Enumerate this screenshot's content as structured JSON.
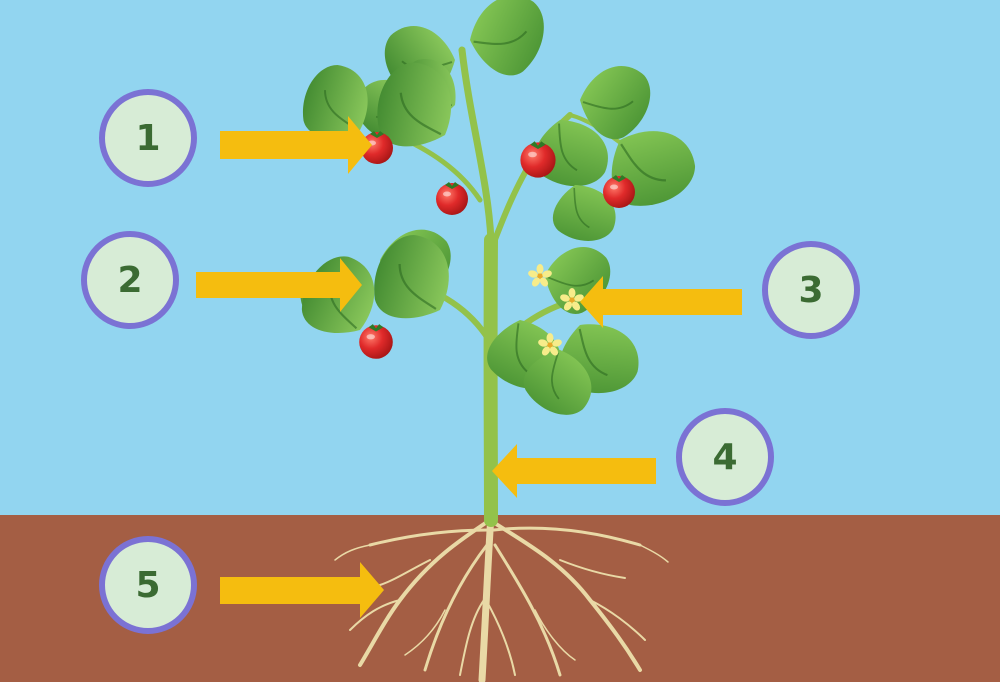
{
  "colors": {
    "sky": "#92d5f0",
    "soil": "#a45e44",
    "arrow": "#f5bd0f",
    "badge_border": "#7b72d4",
    "badge_fill": "#d7ecd6",
    "badge_text": "#3b6b33",
    "stem": "#93c24a",
    "leaf_dark": "#3f8a2e",
    "leaf_light": "#7cc04e",
    "tomato": "#e02a2a",
    "flower": "#f3e070",
    "root": "#e9d9a6"
  },
  "labels": [
    {
      "number": "1",
      "points_to": "fruit",
      "arrow_direction": "right"
    },
    {
      "number": "2",
      "points_to": "leaf",
      "arrow_direction": "right"
    },
    {
      "number": "3",
      "points_to": "flower",
      "arrow_direction": "left"
    },
    {
      "number": "4",
      "points_to": "stem",
      "arrow_direction": "left"
    },
    {
      "number": "5",
      "points_to": "root",
      "arrow_direction": "right"
    }
  ]
}
